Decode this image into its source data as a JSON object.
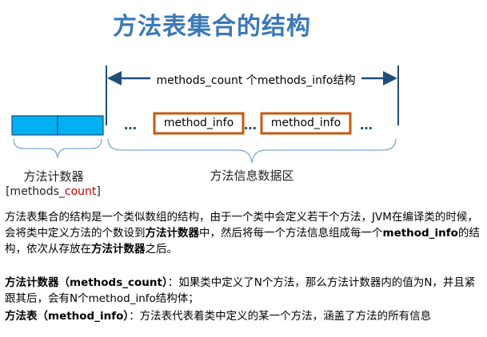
{
  "title": "方法表集合的结构",
  "diagram": {
    "count_label": "methods_count 个methods_info结构",
    "box_label_1": "method_info",
    "box_label_2": "method_info",
    "ellipsis": "…",
    "counter_label": "方法计数器",
    "counter_sub_prefix": "[methods_",
    "counter_sub_red": "count",
    "counter_sub_suffix": "]",
    "info_label": "方法信息数据区"
  },
  "paragraphs": {
    "p1_a": "方法表集合的结构是一个类似数组的结构，由于一个类中会定义若干个方法，JVM在编译类的时候，会将类中定义方法的个数设到",
    "p1_b": "方法计数器",
    "p1_c": "中，然后将每一个方法信息组成每一个",
    "p1_d": "method_info",
    "p1_e": "的结构，依次从存放在",
    "p1_f": "方法计数器",
    "p1_g": "之后。",
    "p2_a": "方法计数器（methods_count）",
    "p2_b": "：如果类中定义了N个方法，那么方法计数器内的值为N，并且紧跟其后，会有N个method_info结构体；",
    "p3_a": "方法表（method_info）",
    "p3_b": "：方法表代表着类中定义的某一个方法，涵盖了方法的所有信息"
  },
  "colors": {
    "title": "#3a78b8",
    "counter_fill": "#00b0f0",
    "counter_stroke": "#1f4e79",
    "box_stroke": "#c55a11",
    "arrow": "#1f4e79",
    "brace": "#7fa7d4",
    "red_text": "#c00000"
  }
}
